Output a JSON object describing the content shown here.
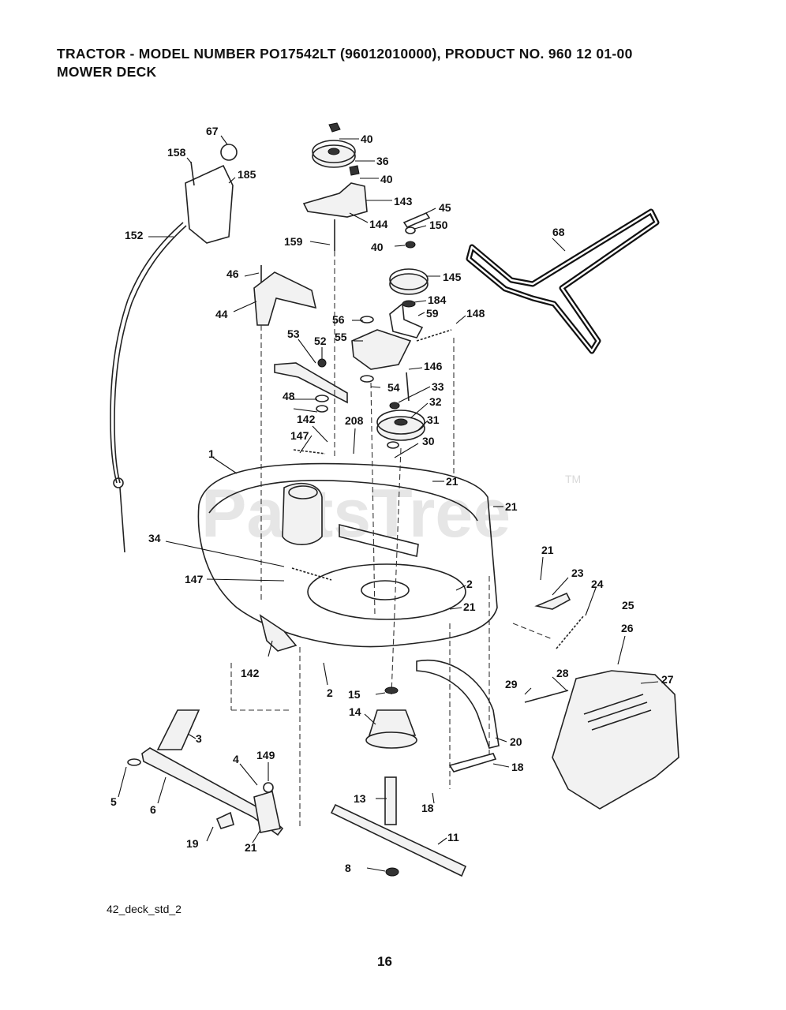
{
  "header": {
    "line1": "TRACTOR  - MODEL NUMBER  PO17542LT (96012010000), PRODUCT NO. 960 12 01-00",
    "line2": "MOWER DECK"
  },
  "watermark": {
    "text": "PartsTree",
    "tm": "TM"
  },
  "callouts": {
    "c67": "67",
    "c158": "158",
    "c185": "185",
    "c152": "152",
    "c46": "46",
    "c44": "44",
    "c40a": "40",
    "c36": "36",
    "c40b": "40",
    "c143": "143",
    "c144": "144",
    "c45": "45",
    "c150": "150",
    "c159": "159",
    "c40c": "40",
    "c68": "68",
    "c145": "145",
    "c184": "184",
    "c56": "56",
    "c59": "59",
    "c148": "148",
    "c53": "53",
    "c52": "52",
    "c55": "55",
    "c146": "146",
    "c54": "54",
    "c33": "33",
    "c48": "48",
    "c32": "32",
    "c31": "31",
    "c142a": "142",
    "c208": "208",
    "c30": "30",
    "c147a": "147",
    "c1": "1",
    "c21a": "21",
    "c21b": "21",
    "c34": "34",
    "c21c": "21",
    "c23": "23",
    "c24": "24",
    "c147b": "147",
    "c2a": "2",
    "c21d": "21",
    "c25": "25",
    "c26": "26",
    "c142b": "142",
    "c29": "29",
    "c28": "28",
    "c27": "27",
    "c2b": "2",
    "c15": "15",
    "c14": "14",
    "c3": "3",
    "c20": "20",
    "c4": "4",
    "c149": "149",
    "c18a": "18",
    "c5": "5",
    "c6": "6",
    "c13": "13",
    "c18b": "18",
    "c11": "11",
    "c19": "19",
    "c21e": "21",
    "c8": "8"
  },
  "caption": "42_deck_std_2",
  "page_number": "16"
}
